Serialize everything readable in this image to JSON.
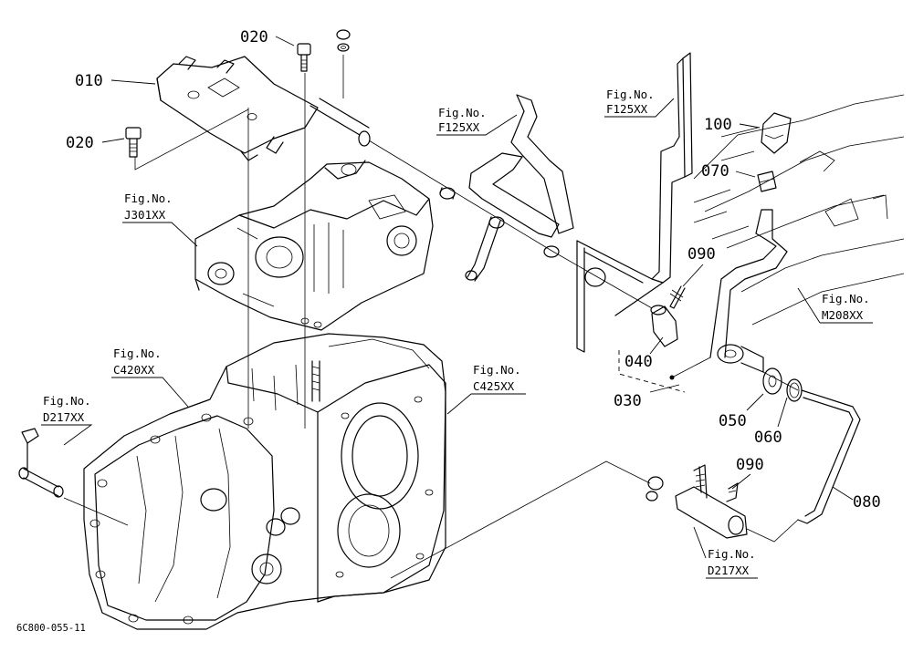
{
  "diagram": {
    "drawing_number": "6C800-055-11",
    "part_labels": {
      "p010": "010",
      "p020a": "020",
      "p020b": "020",
      "p030": "030",
      "p040": "040",
      "p050": "050",
      "p060": "060",
      "p070": "070",
      "p080": "080",
      "p090a": "090",
      "p090b": "090",
      "p100": "100"
    },
    "figure_refs": {
      "f125a": {
        "line1": "Fig.No.",
        "line2": "F125XX"
      },
      "f125b": {
        "line1": "Fig.No.",
        "line2": "F125XX"
      },
      "j301": {
        "line1": "Fig.No.",
        "line2": "J301XX"
      },
      "c420": {
        "line1": "Fig.No.",
        "line2": "C420XX"
      },
      "c425": {
        "line1": "Fig.No.",
        "line2": "C425XX"
      },
      "d217a": {
        "line1": "Fig.No.",
        "line2": "D217XX"
      },
      "d217b": {
        "line1": "Fig.No.",
        "line2": "D217XX"
      },
      "m208": {
        "line1": "Fig.No.",
        "line2": "M208XX"
      }
    }
  }
}
